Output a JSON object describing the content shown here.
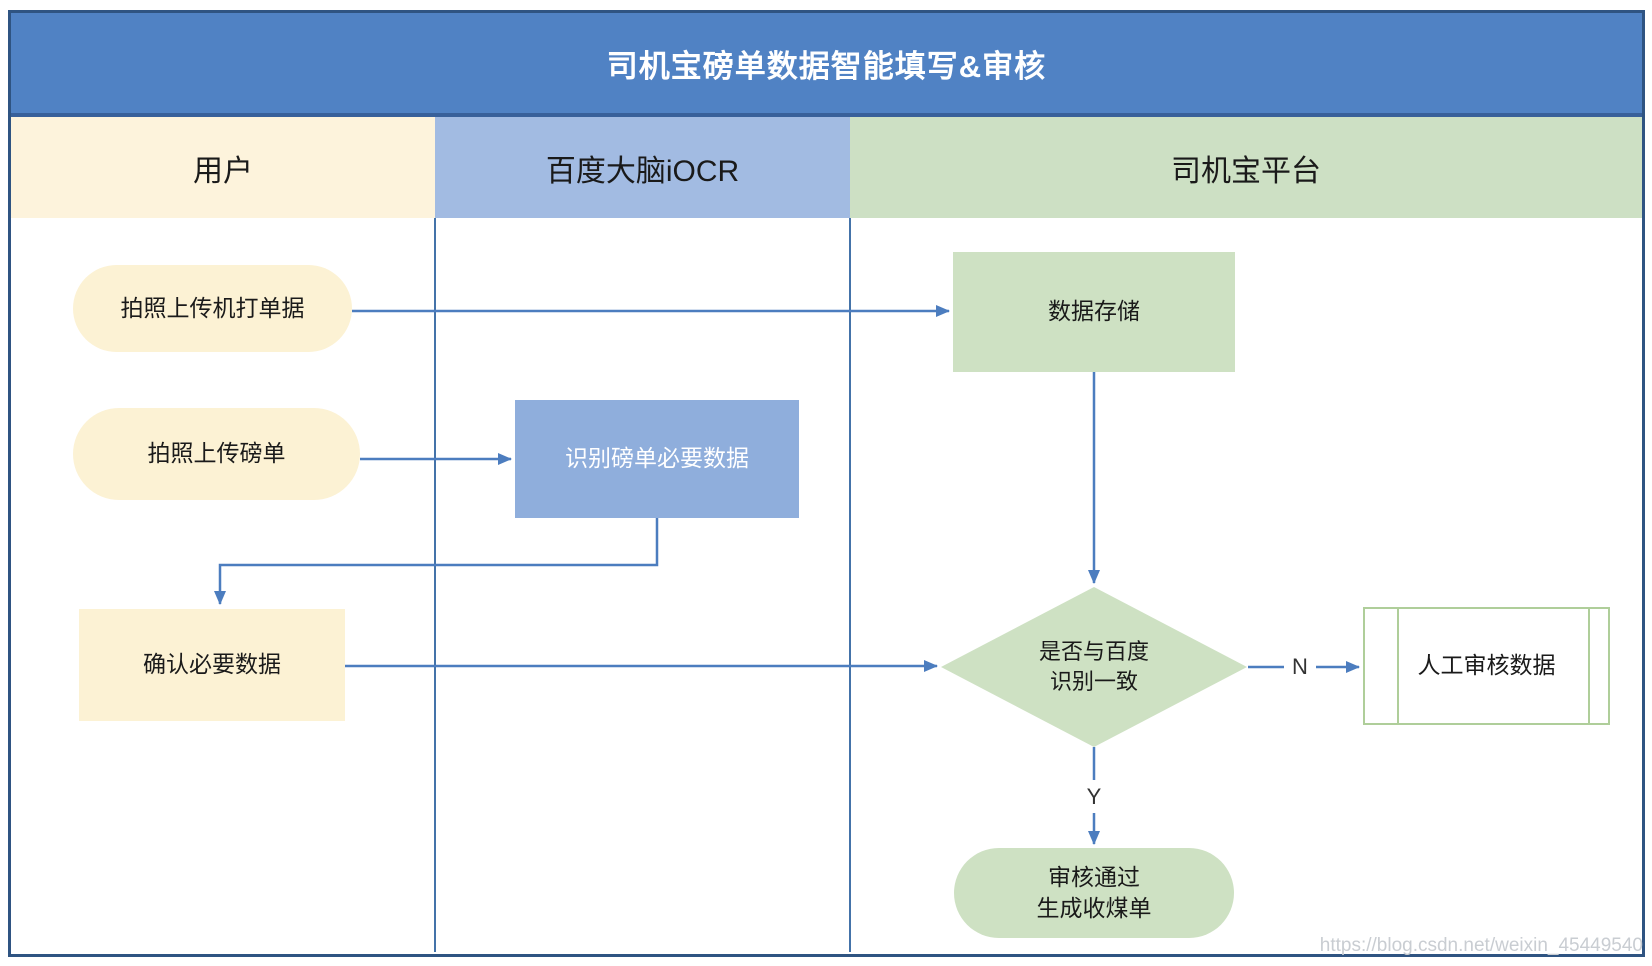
{
  "title": "司机宝磅单数据智能填写&审核",
  "lanes": [
    {
      "label": "用户"
    },
    {
      "label": "百度大脑iOCR"
    },
    {
      "label": "司机宝平台"
    }
  ],
  "nodes": {
    "upload_receipt": {
      "label": "拍照上传机打单据",
      "shape": "stadium"
    },
    "upload_weighbill": {
      "label": "拍照上传磅单",
      "shape": "stadium"
    },
    "recognize_data": {
      "label": "识别磅单必要数据",
      "shape": "process"
    },
    "confirm_data": {
      "label": "确认必要数据",
      "shape": "process"
    },
    "data_storage": {
      "label": "数据存储",
      "shape": "process"
    },
    "decision_match": {
      "label": "是否与百度\n识别一致",
      "shape": "decision"
    },
    "manual_review": {
      "label": "人工审核数据",
      "shape": "predefined-process"
    },
    "approved": {
      "label": "审核通过\n生成收煤单",
      "shape": "stadium"
    }
  },
  "edge_labels": {
    "no": "N",
    "yes": "Y"
  },
  "watermark": "https://blog.csdn.net/weixin_45449540",
  "colors": {
    "frame_border": "#2f5482",
    "title_fill": "#5082c4",
    "title_strip": "#38609a",
    "lane_user": "#fdf3dc",
    "lane_ocr": "#a2bbe2",
    "lane_platform": "#cde0c4",
    "divider": "#4473a9",
    "shape_cream": "#fcf2d4",
    "shape_blue": "#8faedc",
    "shape_green": "#cee1c3",
    "manual_border": "#afce9a",
    "connector": "#4c7dbf",
    "watermark_text": "#c9cdd2"
  }
}
